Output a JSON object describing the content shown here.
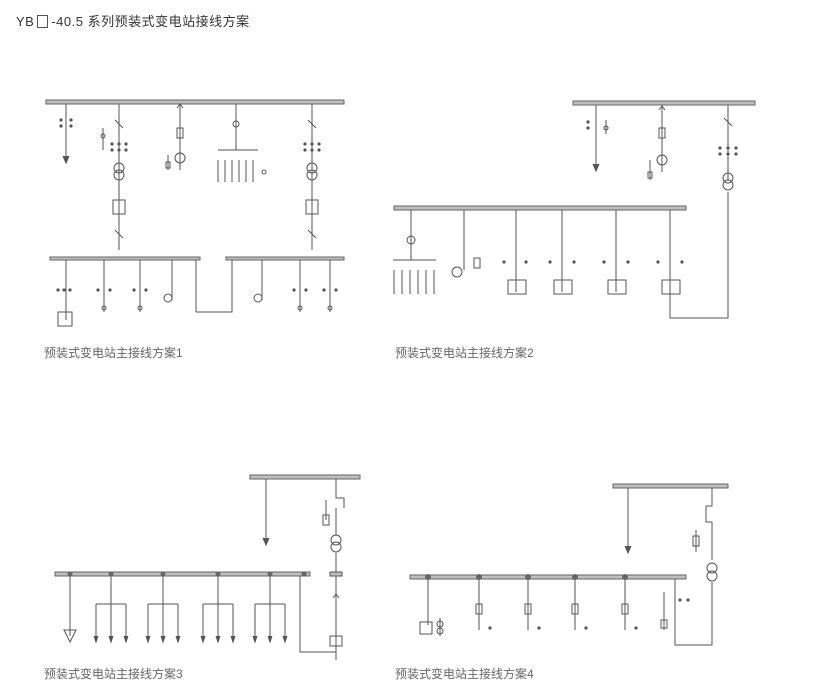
{
  "header": {
    "prefix": "YB",
    "title": "-40.5 系列预装式变电站接线方案"
  },
  "schemes": [
    {
      "caption": "预装式变电站主接线方案1"
    },
    {
      "caption": "预装式变电站主接线方案2"
    },
    {
      "caption": "预装式变电站主接线方案3"
    },
    {
      "caption": "预装式变电站主接线方案4"
    }
  ],
  "colors": {
    "line": "#555555",
    "busbar": "#666666",
    "busbar_fill": "#bfbfbf",
    "text": "#333333",
    "caption": "#666666"
  }
}
